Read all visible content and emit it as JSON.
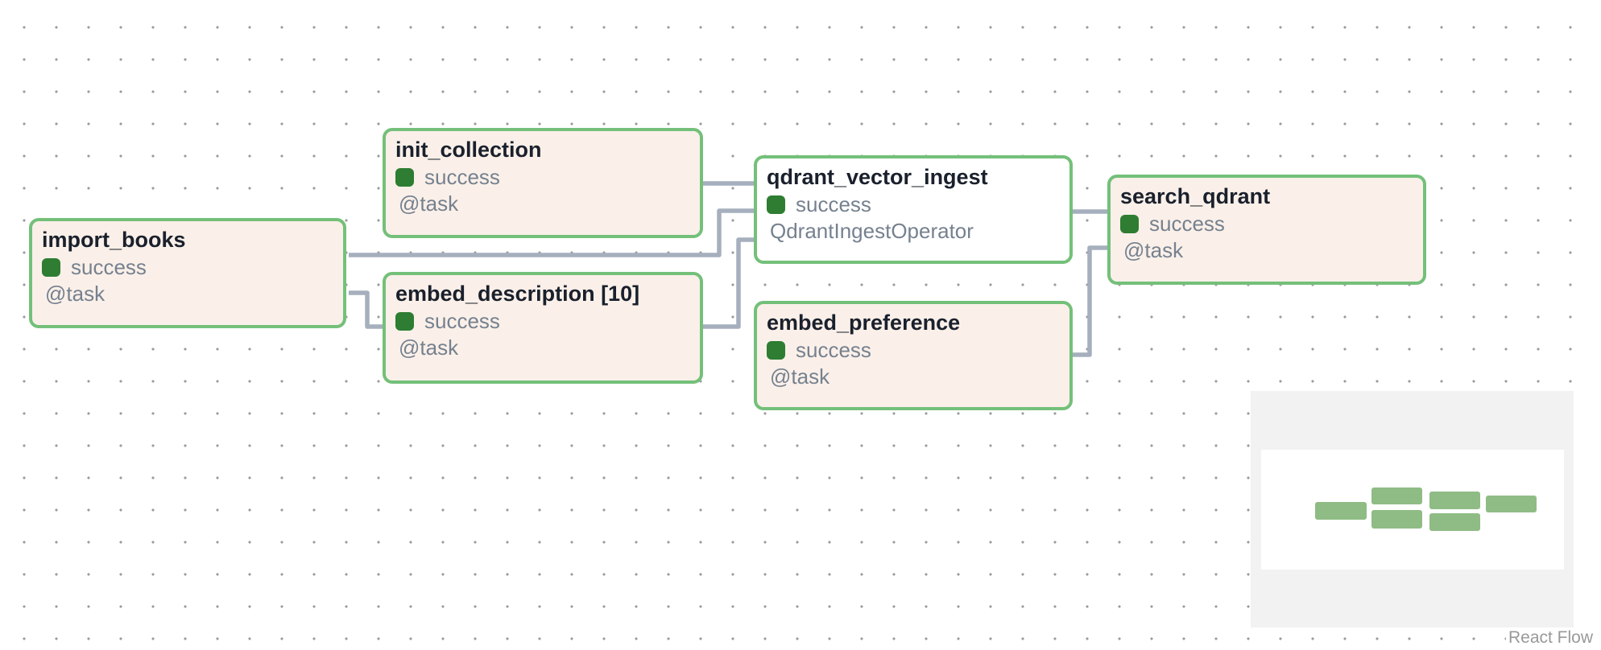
{
  "app": "dag-graph-view",
  "colors": {
    "node_border_success": "#74c07a",
    "node_fill_task": "#faf0e9",
    "node_fill_operator": "#ffffff",
    "status_success_square": "#2e7d32",
    "title_text": "#1a202c",
    "secondary_text": "#76818f",
    "edge": "#a5afbd",
    "minimap_panel": "#f2f2f2",
    "minimap_node": "#8fbc85",
    "background_dot": "#9b9b9b"
  },
  "nodes": [
    {
      "id": "import_books",
      "label": "import_books",
      "state": "success",
      "operator": "@task"
    },
    {
      "id": "init_collection",
      "label": "init_collection",
      "state": "success",
      "operator": "@task"
    },
    {
      "id": "embed_description",
      "label": "embed_description [10]",
      "state": "success",
      "operator": "@task"
    },
    {
      "id": "qdrant_vector_ingest",
      "label": "qdrant_vector_ingest",
      "state": "success",
      "operator": "QdrantIngestOperator"
    },
    {
      "id": "embed_preference",
      "label": "embed_preference",
      "state": "success",
      "operator": "@task"
    },
    {
      "id": "search_qdrant",
      "label": "search_qdrant",
      "state": "success",
      "operator": "@task"
    }
  ],
  "edges": [
    {
      "source": "init_collection",
      "target": "qdrant_vector_ingest"
    },
    {
      "source": "import_books",
      "target": "qdrant_vector_ingest"
    },
    {
      "source": "embed_description",
      "target": "qdrant_vector_ingest"
    },
    {
      "source": "import_books",
      "target": "embed_description"
    },
    {
      "source": "qdrant_vector_ingest",
      "target": "search_qdrant"
    },
    {
      "source": "embed_preference",
      "target": "search_qdrant"
    }
  ],
  "minimap": {
    "nodes_shown": 6
  },
  "attribution": {
    "label": "React Flow"
  }
}
